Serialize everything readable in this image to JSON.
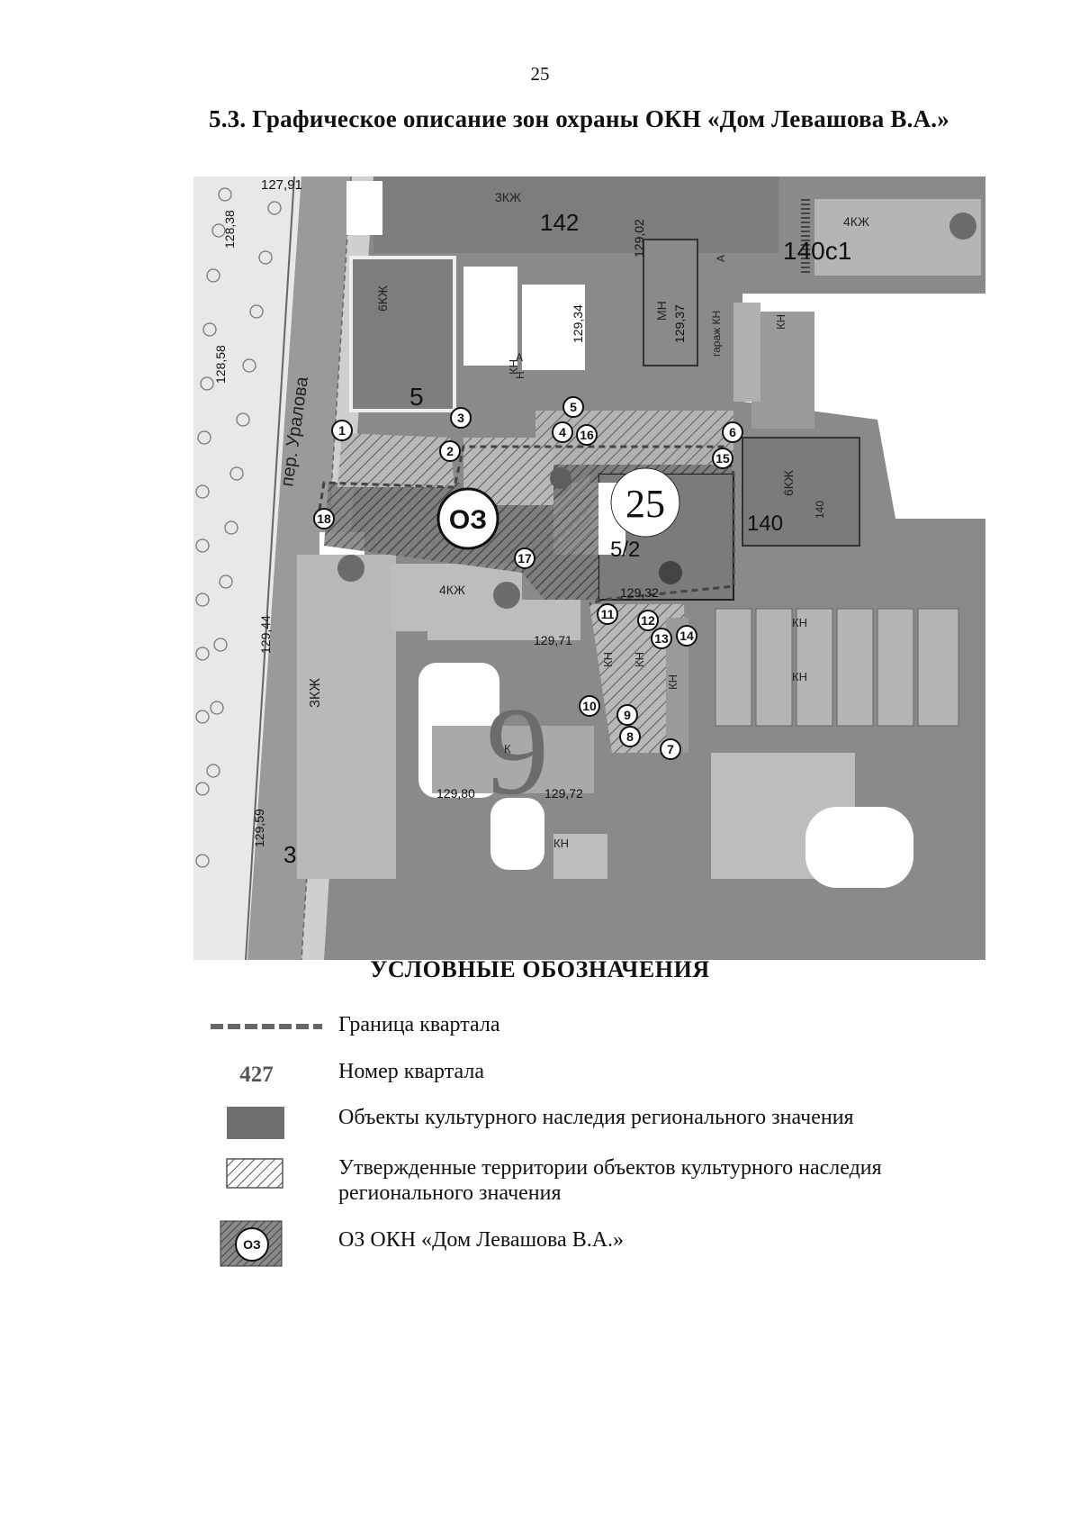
{
  "page_number": "25",
  "section_title": "5.3. Графическое описание зон охраны ОКН «Дом Левашова В.А.»",
  "colors": {
    "map_background": "#8c8c8c",
    "road": "#9a9a9a",
    "green_strip": "#e6e6e6",
    "building": "#6e6e6e",
    "light_building": "#bdbdbd",
    "heritage_object": "#6f6f6f",
    "protection_zone": "#5a5a5a",
    "quarter_border": "#444444"
  },
  "map": {
    "quarter_numbers": {
      "q142": "142",
      "q140c1": "140с1",
      "q140": "140",
      "q25": "25",
      "q5": "5",
      "q52": "5/2",
      "q9": "9",
      "q3": "3"
    },
    "zone_label": "ОЗ",
    "street_label": "пер. Уралова",
    "building_labels": {
      "b3kzh_top": "3КЖ",
      "b6kzh_left": "6КЖ",
      "b6kzh_right": "6КЖ",
      "b4kzh": "4КЖ",
      "b3kzh_left": "3КЖ",
      "b4kzh_right": "4КЖ",
      "mn": "МН",
      "kn1": "КН",
      "kn2": "КН",
      "kn3": "КН",
      "kn4": "КН",
      "kn5": "КН",
      "kn6": "КН",
      "kn7": "КН",
      "kn8": "КН",
      "k1": "К",
      "a1": "А",
      "a2": "А",
      "n1": "Н",
      "gar": "гараж КН",
      "n140": "140"
    },
    "elevations": [
      "127,91",
      "128,38",
      "128,58",
      "129,02",
      "129,34",
      "129,37",
      "129,32",
      "129,71",
      "129,44",
      "129,59",
      "129,80",
      "129,72"
    ],
    "points": [
      "1",
      "2",
      "3",
      "4",
      "5",
      "6",
      "7",
      "8",
      "9",
      "10",
      "11",
      "12",
      "13",
      "14",
      "15",
      "16",
      "17",
      "18"
    ]
  },
  "legend": {
    "title": "УСЛОВНЫЕ ОБОЗНАЧЕНИЯ",
    "items": [
      {
        "text": "Граница квартала"
      },
      {
        "number": "427",
        "text": "Номер квартала"
      },
      {
        "text": "Объекты культурного наследия регионального значения"
      },
      {
        "text": "Утвержденные территории объектов культурного наследия регионального значения"
      },
      {
        "badge": "ОЗ",
        "text": "ОЗ ОКН «Дом Левашова В.А.»"
      }
    ]
  }
}
